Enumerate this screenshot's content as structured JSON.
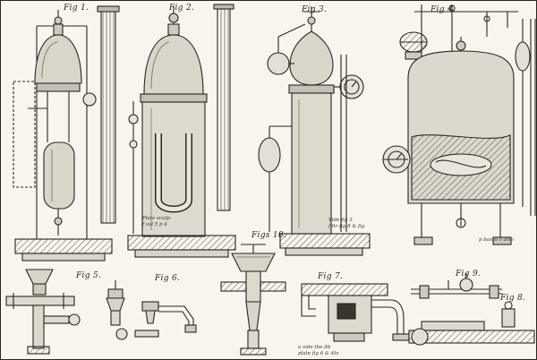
{
  "plate": {
    "kind": "antique engraving plate of early steam-engine and valve apparatus",
    "colors": {
      "paper": "#f7f5ee",
      "ink": "#2b261f",
      "vessel_fill": "#d9d5ca",
      "shade": "#8a857a"
    }
  },
  "figure_labels": {
    "fig1": "Fig 1.",
    "fig2": "Fig 2.",
    "fig3": "Fig 3.",
    "fig4": "Fig 4.",
    "fig5": "Fig 5.",
    "fig6": "Fig 6.",
    "fig7": "Fig 7.",
    "fig8": "Fig 8.",
    "fig9": "Fig 9.",
    "fig10": "Figs 10."
  },
  "captions": {
    "fig2_note": [
      "Plate sculp.",
      "f vol 5 p 4"
    ],
    "fig3_note": [
      "Vide fig 3.",
      "f ltr fig 8 & fig"
    ],
    "fig4_note": "p basso v also",
    "fig7_note": [
      "a vide the lib",
      "plate fig 6 & 4to"
    ]
  }
}
